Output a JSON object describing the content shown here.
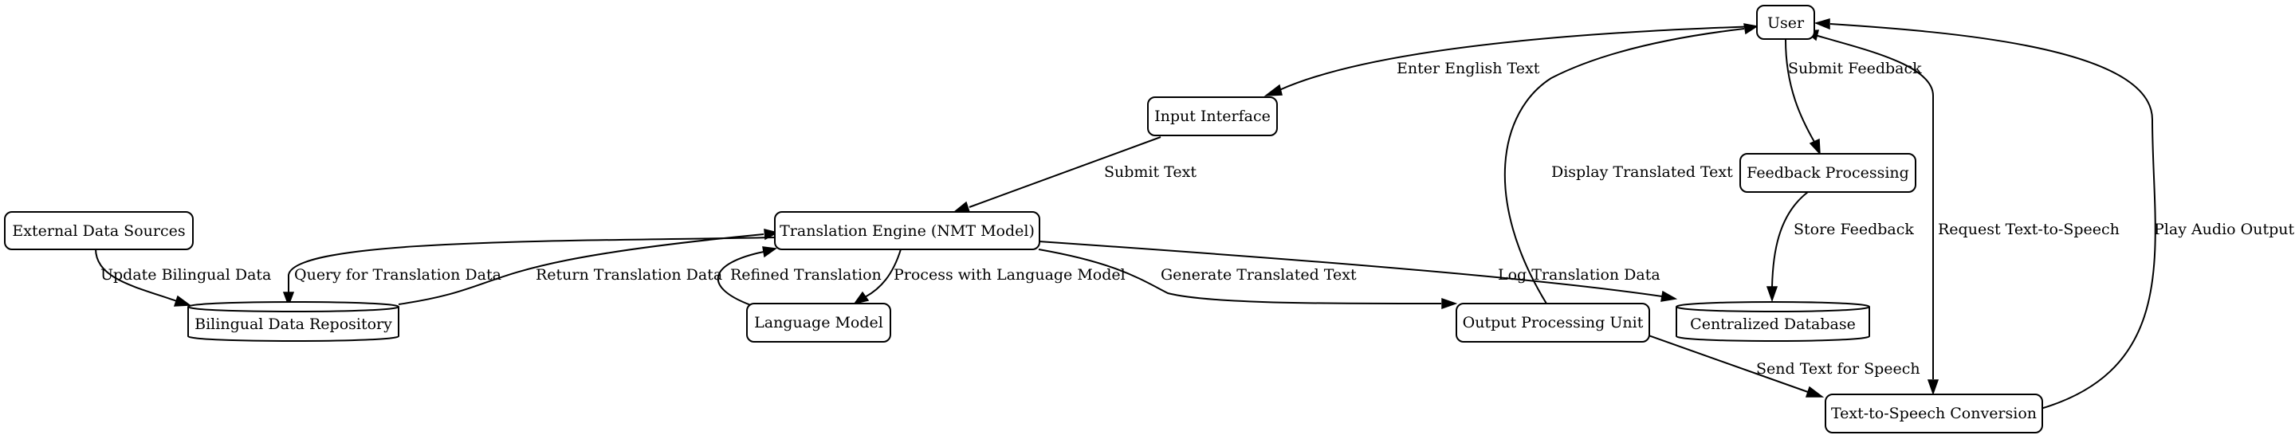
{
  "nodes": {
    "user": "User",
    "input_interface": "Input Interface",
    "translation_engine": "Translation Engine (NMT Model)",
    "external_data_sources": "External Data Sources",
    "bilingual_data_repository": "Bilingual Data Repository",
    "language_model": "Language Model",
    "output_processing_unit": "Output Processing Unit",
    "centralized_database": "Centralized Database",
    "feedback_processing": "Feedback Processing",
    "text_to_speech_conversion": "Text-to-Speech Conversion"
  },
  "edges": {
    "enter_english_text": "Enter English Text",
    "submit_text": "Submit Text",
    "update_bilingual_data": "Update Bilingual Data",
    "query_for_translation_data": "Query for Translation Data",
    "return_translation_data": "Return Translation Data",
    "refined_translation": "Refined Translation",
    "process_with_language_model": "Process with Language Model",
    "generate_translated_text": "Generate Translated Text",
    "log_translation_data": "Log Translation Data",
    "display_translated_text": "Display Translated Text",
    "submit_feedback": "Submit Feedback",
    "store_feedback": "Store Feedback",
    "request_text_to_speech": "Request Text-to-Speech",
    "send_text_for_speech": "Send Text for Speech",
    "play_audio_output": "Play Audio Output"
  }
}
